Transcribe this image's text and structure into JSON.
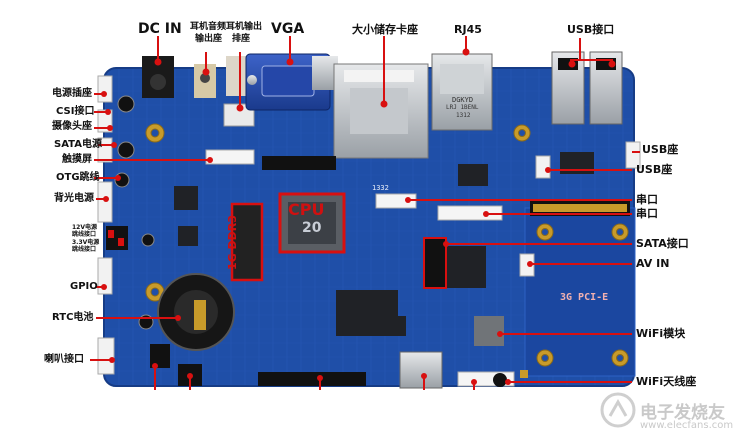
{
  "labels": {
    "dc_in": "DC IN",
    "audio_in": "耳机音频",
    "audio_in_2": "输出座",
    "audio_out": "耳机输出",
    "audio_out_2": "排座",
    "vga": "VGA",
    "sd_slot": "大小储存卡座",
    "rj45": "RJ45",
    "usb_port": "USB接口",
    "power_header": "电源插座",
    "csi": "CSI接口",
    "camera": "摄像头座",
    "sata_power": "SATA电源",
    "touch": "触摸屏",
    "otg": "OTG跳线",
    "backlight": "背光电源",
    "jumper_12v": "12V电源",
    "jumper_12v_2": "跳线接口",
    "jumper_33v": "3.3V电源",
    "jumper_33v_2": "跳线接口",
    "gpio": "GPIO",
    "rtc": "RTC电池",
    "speaker": "喇叭接口",
    "usb_seat_1": "USB座",
    "usb_seat_2": "USB座",
    "serial_1": "串口",
    "serial_2": "串口",
    "sata_port": "SATA接口",
    "av_in": "AV IN",
    "wifi_module": "WiFi模块",
    "wifi_antenna": "WiFi天线座"
  },
  "board_text": {
    "cpu": "CPU",
    "ddr": "1G DDR3",
    "pcie": "3G PCI-E",
    "rj45_chip_1": "DGKYD",
    "rj45_chip_2": "LRJ 1BENL",
    "rj45_chip_3": "1312",
    "silk_1332": "1332",
    "cpu_mark": "20"
  },
  "watermark": {
    "text": "电子发烧友",
    "url": "www.elecfans.com"
  },
  "colors": {
    "pcb": "#1f4fa8",
    "pcb_dark": "#163c86",
    "label": "#111111",
    "pointer": "#d81010",
    "gold": "#c89b2a"
  }
}
